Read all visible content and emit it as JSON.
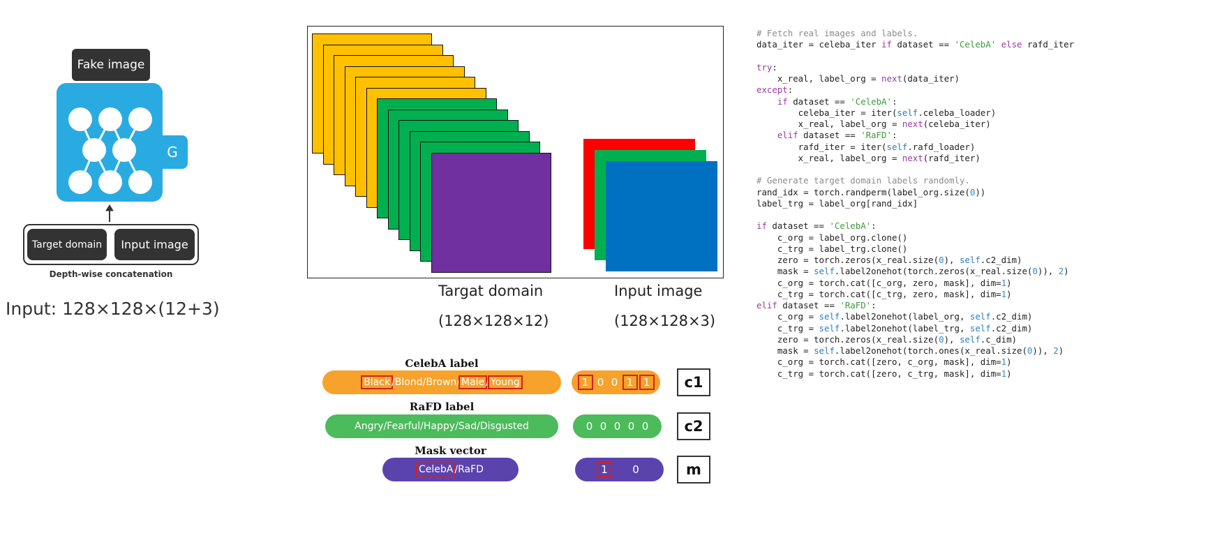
{
  "generator": {
    "output_label": "Fake image",
    "network_label": "G",
    "input_target_label": "Target domain",
    "input_image_label": "Input image",
    "concat_label": "Depth-wise concatenation",
    "input_size": "Input: 128×128×(12+3)"
  },
  "tensor": {
    "target_label": "Targat domain",
    "target_size": "(128×128×12)",
    "image_label": "Input image",
    "image_size": "(128×128×3)",
    "colors": {
      "yellow": "#ffc000",
      "green": "#00b050",
      "purple": "#7030a0",
      "red": "#ff0000",
      "blue": "#0070c0"
    }
  },
  "labels": {
    "celeba": {
      "title": "CelebA label",
      "items": [
        "Black",
        "Blond",
        "Brown",
        "Male",
        "Young"
      ],
      "highlighted": [
        true,
        false,
        false,
        true,
        true
      ],
      "vector": [
        "1",
        "0",
        "0",
        "1",
        "1"
      ],
      "code": "c1",
      "color": "#f7a22b"
    },
    "rafd": {
      "title": "RaFD label",
      "items": [
        "Angry",
        "Fearful",
        "Happy",
        "Sad",
        "Disgusted"
      ],
      "highlighted": [
        false,
        false,
        false,
        false,
        false
      ],
      "vector": [
        "0",
        "0",
        "0",
        "0",
        "0"
      ],
      "code": "c2",
      "color": "#4cbb5b"
    },
    "mask": {
      "title": "Mask vector",
      "items": [
        "CelebA",
        "RaFD"
      ],
      "highlighted": [
        true,
        false
      ],
      "vector": [
        "1",
        "0"
      ],
      "code": "m",
      "color": "#5b43ae"
    }
  },
  "code_lines": [
    [
      [
        "cmt",
        "# Fetch real images and labels."
      ]
    ],
    [
      [
        "",
        "data_iter = celeba_iter "
      ],
      [
        "kw",
        "if"
      ],
      [
        "",
        " dataset == "
      ],
      [
        "str",
        "'CelebA'"
      ],
      [
        "",
        " "
      ],
      [
        "kw",
        "else"
      ],
      [
        "",
        " rafd_iter"
      ]
    ],
    [
      [
        "",
        ""
      ]
    ],
    [
      [
        "kw",
        "try"
      ],
      [
        "",
        ":"
      ]
    ],
    [
      [
        "",
        "    x_real, label_org = "
      ],
      [
        "kw",
        "next"
      ],
      [
        "",
        "(data_iter)"
      ]
    ],
    [
      [
        "kw",
        "except"
      ],
      [
        "",
        ":"
      ]
    ],
    [
      [
        "",
        "    "
      ],
      [
        "kw",
        "if"
      ],
      [
        "",
        " dataset == "
      ],
      [
        "str",
        "'CelebA'"
      ],
      [
        "",
        ":"
      ]
    ],
    [
      [
        "",
        "        celeba_iter = iter("
      ],
      [
        "self",
        "self"
      ],
      [
        "",
        ".celeba_loader)"
      ]
    ],
    [
      [
        "",
        "        x_real, label_org = "
      ],
      [
        "kw",
        "next"
      ],
      [
        "",
        "(celeba_iter)"
      ]
    ],
    [
      [
        "",
        "    "
      ],
      [
        "kw",
        "elif"
      ],
      [
        "",
        " dataset == "
      ],
      [
        "str",
        "'RaFD'"
      ],
      [
        "",
        ":"
      ]
    ],
    [
      [
        "",
        "        rafd_iter = iter("
      ],
      [
        "self",
        "self"
      ],
      [
        "",
        ".rafd_loader)"
      ]
    ],
    [
      [
        "",
        "        x_real, label_org = "
      ],
      [
        "kw",
        "next"
      ],
      [
        "",
        "(rafd_iter)"
      ]
    ],
    [
      [
        "",
        ""
      ]
    ],
    [
      [
        "cmt",
        "# Generate target domain labels randomly."
      ]
    ],
    [
      [
        "",
        "rand_idx = torch.randperm(label_org.size("
      ],
      [
        "num",
        "0"
      ],
      [
        "",
        "))"
      ]
    ],
    [
      [
        "",
        "label_trg = label_org[rand_idx]"
      ]
    ],
    [
      [
        "",
        ""
      ]
    ],
    [
      [
        "kw",
        "if"
      ],
      [
        "",
        " dataset == "
      ],
      [
        "str",
        "'CelebA'"
      ],
      [
        "",
        ":"
      ]
    ],
    [
      [
        "",
        "    c_org = label_org.clone()"
      ]
    ],
    [
      [
        "",
        "    c_trg = label_trg.clone()"
      ]
    ],
    [
      [
        "",
        "    zero = torch.zeros(x_real.size("
      ],
      [
        "num",
        "0"
      ],
      [
        "",
        "), "
      ],
      [
        "self",
        "self"
      ],
      [
        "",
        ".c2_dim)"
      ]
    ],
    [
      [
        "",
        "    mask = "
      ],
      [
        "self",
        "self"
      ],
      [
        "",
        ".label2onehot(torch.zeros(x_real.size("
      ],
      [
        "num",
        "0"
      ],
      [
        "",
        ")), "
      ],
      [
        "num",
        "2"
      ],
      [
        "",
        ")"
      ]
    ],
    [
      [
        "",
        "    c_org = torch.cat([c_org, zero, mask], dim="
      ],
      [
        "num",
        "1"
      ],
      [
        "",
        ")"
      ]
    ],
    [
      [
        "",
        "    c_trg = torch.cat([c_trg, zero, mask], dim="
      ],
      [
        "num",
        "1"
      ],
      [
        "",
        ")"
      ]
    ],
    [
      [
        "kw",
        "elif"
      ],
      [
        "",
        " dataset == "
      ],
      [
        "str",
        "'RaFD'"
      ],
      [
        "",
        ":"
      ]
    ],
    [
      [
        "",
        "    c_org = "
      ],
      [
        "self",
        "self"
      ],
      [
        "",
        ".label2onehot(label_org, "
      ],
      [
        "self",
        "self"
      ],
      [
        "",
        ".c2_dim)"
      ]
    ],
    [
      [
        "",
        "    c_trg = "
      ],
      [
        "self",
        "self"
      ],
      [
        "",
        ".label2onehot(label_trg, "
      ],
      [
        "self",
        "self"
      ],
      [
        "",
        ".c2_dim)"
      ]
    ],
    [
      [
        "",
        "    zero = torch.zeros(x_real.size("
      ],
      [
        "num",
        "0"
      ],
      [
        "",
        "), "
      ],
      [
        "self",
        "self"
      ],
      [
        "",
        ".c_dim)"
      ]
    ],
    [
      [
        "",
        "    mask = "
      ],
      [
        "self",
        "self"
      ],
      [
        "",
        ".label2onehot(torch.ones(x_real.size("
      ],
      [
        "num",
        "0"
      ],
      [
        "",
        ")), "
      ],
      [
        "num",
        "2"
      ],
      [
        "",
        ")"
      ]
    ],
    [
      [
        "",
        "    c_org = torch.cat([zero, c_org, mask], dim="
      ],
      [
        "num",
        "1"
      ],
      [
        "",
        ")"
      ]
    ],
    [
      [
        "",
        "    c_trg = torch.cat([zero, c_trg, mask], dim="
      ],
      [
        "num",
        "1"
      ],
      [
        "",
        ")"
      ]
    ]
  ]
}
